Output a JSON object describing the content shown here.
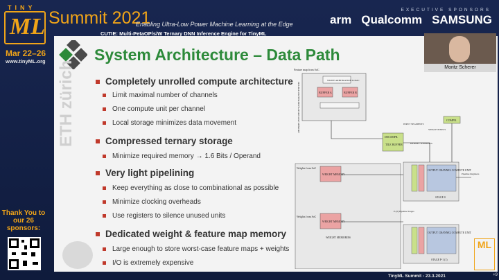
{
  "event": {
    "tiny": "TINY",
    "logo": "ML",
    "summit": "Summit 2021",
    "tagline": "Enabling Ultra-Low Power Machine Learning at the Edge",
    "dates": "Mar 22–26",
    "url": "www.tinyML.org"
  },
  "sponsors": {
    "header": "EXECUTIVE SPONSORS",
    "names": [
      "arm",
      "Qualcomm",
      "SAMSUNG"
    ]
  },
  "talk_title": "CUTIE: Multi-PetaOP/s/W Ternary DNN Inference Engine for TinyML",
  "thanks": "Thank You to our 26 sponsors:",
  "slide": {
    "title": "System Architecture – Data Path",
    "watermark": "ETH zürich",
    "bullets": [
      {
        "text": "Completely unrolled compute architecture",
        "sub": [
          "Limit maximal number of channels",
          "One compute unit per channel",
          "Local storage minimizes data movement"
        ]
      },
      {
        "text": "Compressed ternary storage",
        "sub": [
          "Minimize required memory → 1.6 Bits / Operand"
        ]
      },
      {
        "text": "Very light pipelining",
        "sub": [
          "Keep everything as close to combinational as possible",
          "Minimize clocking overheads",
          "Use registers to silence unused units"
        ]
      },
      {
        "text": "Dedicated weight & feature map memory",
        "sub": [
          "Large enough to store worst-case feature maps + weights",
          "I/O is extremely expensive"
        ]
      }
    ]
  },
  "diagram": {
    "fm_from_soc": "Feature map from SoC",
    "double_buffered": "DOUBLE-BUFFERED FEATURE MAP MEMORY",
    "write_arb": "WRITE ARBITRATION LOGIC",
    "buf_a": "BUFFER A",
    "buf_b": "BUFFER B",
    "decompr": "DECOMPR.",
    "tile_buffer": "TILE BUFFER",
    "compr": "COMPR.",
    "input_segments": "INPUT SEGMENTS",
    "single_pixels": "SINGLE PIXELS",
    "kernel_windows": "KERNEL WINDOWS",
    "weights_soc": "Weights from SoC",
    "weight_memory": "WEIGHT MEMORY",
    "weight_memories": "WEIGHT MEMORIES",
    "occu": "OCCU",
    "output_unit": "OUTPUT CHANNEL COMPUTE UNIT",
    "stage0": "STAGE 0",
    "stagep": "STAGE P-1 (1)",
    "pipeline_regs": "Pipeline Registers",
    "p1": "P-1 (1)",
    "p2": "P-(2) Pipeline Stages"
  },
  "speaker": "Moritz Scherer",
  "footer": "TinyML Summit - 23.3.2021",
  "badge": "+9"
}
